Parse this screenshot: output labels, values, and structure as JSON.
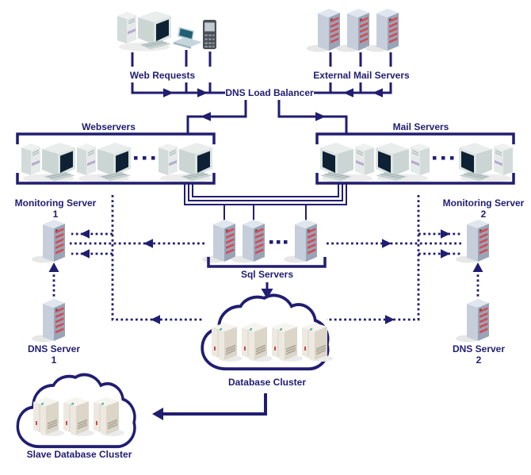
{
  "diagram_kind": "network-architecture-diagram",
  "colors": {
    "line": "#211d71",
    "text": "#211d71",
    "server_stripe_red": "#d84850",
    "server_tower_gray": "#c6cedb",
    "db_tower_beige": "#ede9e1",
    "background": "#ffffff"
  },
  "nodes": {
    "web_requests": {
      "label": "Web Requests",
      "icons": [
        "desktop-computer",
        "laptop",
        "mobile-phone"
      ]
    },
    "external_mail_servers": {
      "label": "External Mail Servers",
      "visible_count": 3
    },
    "dns_load_balancer": {
      "label": "DNS Load Balancer"
    },
    "webservers": {
      "label": "Webservers",
      "visible_count": 3,
      "ellipsis": true
    },
    "mail_servers": {
      "label": "Mail Servers",
      "visible_count": 3,
      "ellipsis": true
    },
    "monitoring_server_1": {
      "label": "Monitoring Server",
      "number": "1"
    },
    "monitoring_server_2": {
      "label": "Monitoring Server",
      "number": "2"
    },
    "sql_servers": {
      "label": "Sql Servers",
      "visible_count": 3,
      "ellipsis": true
    },
    "dns_server_1": {
      "label": "DNS Server",
      "number": "1"
    },
    "dns_server_2": {
      "label": "DNS Server",
      "number": "2"
    },
    "database_cluster": {
      "label": "Database Cluster",
      "visible_count": 4
    },
    "slave_database_cluster": {
      "label": "Slave Database Cluster",
      "visible_count": 3
    }
  },
  "edges": [
    {
      "from": "web_requests",
      "to": "dns_load_balancer",
      "style": "solid-arrow"
    },
    {
      "from": "external_mail_servers",
      "to": "dns_load_balancer",
      "style": "solid-arrow"
    },
    {
      "from": "dns_load_balancer",
      "to": "webservers",
      "style": "solid-arrow"
    },
    {
      "from": "dns_load_balancer",
      "to": "mail_servers",
      "style": "solid-arrow"
    },
    {
      "from": "webservers",
      "to": "sql_servers",
      "style": "solid-bundle"
    },
    {
      "from": "mail_servers",
      "to": "sql_servers",
      "style": "solid-bundle"
    },
    {
      "from": "sql_servers",
      "to": "database_cluster",
      "style": "solid-arrow"
    },
    {
      "from": "database_cluster",
      "to": "slave_database_cluster",
      "style": "solid-arrow"
    },
    {
      "from": "webservers",
      "to": "monitoring_server_1",
      "style": "dotted-arrow"
    },
    {
      "from": "mail_servers",
      "to": "monitoring_server_2",
      "style": "dotted-arrow"
    },
    {
      "from": "sql_servers",
      "to": "monitoring_server_1",
      "style": "dotted-arrow"
    },
    {
      "from": "sql_servers",
      "to": "monitoring_server_2",
      "style": "dotted-arrow"
    },
    {
      "from": "database_cluster",
      "to": "monitoring_server_1",
      "style": "dotted-arrow"
    },
    {
      "from": "database_cluster",
      "to": "monitoring_server_2",
      "style": "dotted-arrow"
    },
    {
      "from": "dns_server_1",
      "to": "monitoring_server_1",
      "style": "dotted-arrow"
    },
    {
      "from": "dns_server_2",
      "to": "monitoring_server_2",
      "style": "dotted-arrow"
    }
  ]
}
